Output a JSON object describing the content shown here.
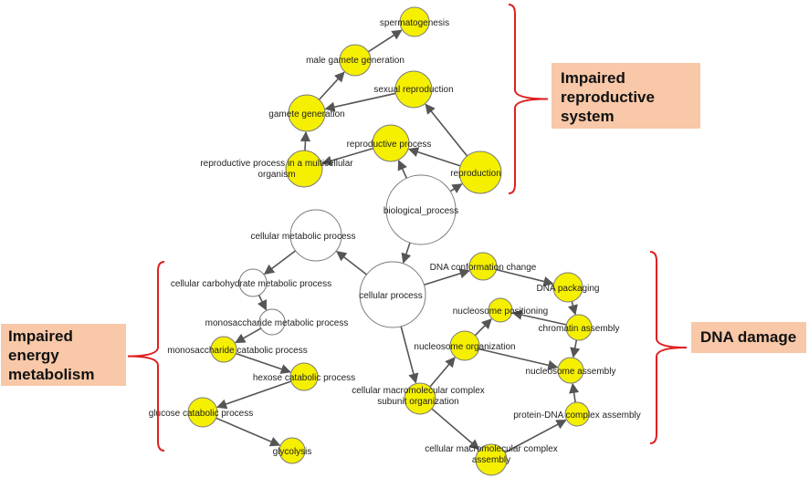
{
  "colors": {
    "go_term_fill": "#f5ef00",
    "parent_term_fill": "#ffffff",
    "node_stroke": "#7a7a7a",
    "edge": "#555555",
    "bracket": "#e02020",
    "callout_fill": "#f8c8a8"
  },
  "nodes": [
    {
      "id": "biological_process",
      "label": "biological_process",
      "type": "parent"
    },
    {
      "id": "cellular_process",
      "label": "cellular process",
      "type": "parent"
    },
    {
      "id": "cellular_metabolic_process",
      "label": "cellular metabolic process",
      "type": "parent"
    },
    {
      "id": "cellular_carbohydrate_metabolic_process",
      "label": "cellular carbohydrate metabolic process",
      "type": "parent"
    },
    {
      "id": "monosaccharide_metabolic_process",
      "label": "monosaccharide metabolic process",
      "type": "parent"
    },
    {
      "id": "monosaccharide_catabolic_process",
      "label": "monosaccharide catabolic process",
      "type": "enriched"
    },
    {
      "id": "hexose_catabolic_process",
      "label": "hexose catabolic process",
      "type": "enriched"
    },
    {
      "id": "glucose_catabolic_process",
      "label": "glucose catabolic process",
      "type": "enriched"
    },
    {
      "id": "glycolysis",
      "label": "glycolysis",
      "type": "enriched"
    },
    {
      "id": "reproduction",
      "label": "reproduction",
      "type": "enriched"
    },
    {
      "id": "reproductive_process",
      "label": "reproductive process",
      "type": "enriched"
    },
    {
      "id": "sexual_reproduction",
      "label": "sexual reproduction",
      "type": "enriched"
    },
    {
      "id": "reproductive_process_multicellular",
      "label": "reproductive process in a multicellular\norganism",
      "type": "enriched"
    },
    {
      "id": "gamete_generation",
      "label": "gamete generation",
      "type": "enriched"
    },
    {
      "id": "male_gamete_generation",
      "label": "male gamete generation",
      "type": "enriched"
    },
    {
      "id": "spermatogenesis",
      "label": "spermatogenesis",
      "type": "enriched"
    },
    {
      "id": "dna_conformation_change",
      "label": "DNA conformation change",
      "type": "enriched"
    },
    {
      "id": "dna_packaging",
      "label": "DNA packaging",
      "type": "enriched"
    },
    {
      "id": "chromatin_assembly",
      "label": "chromatin assembly",
      "type": "enriched"
    },
    {
      "id": "nucleosome_positioning",
      "label": "nucleosome positioning",
      "type": "enriched"
    },
    {
      "id": "nucleosome_organization",
      "label": "nucleosome organization",
      "type": "enriched"
    },
    {
      "id": "nucleosome_assembly",
      "label": "nucleosome assembly",
      "type": "enriched"
    },
    {
      "id": "protein_dna_complex_assembly",
      "label": "protein-DNA complex assembly",
      "type": "enriched"
    },
    {
      "id": "cellular_macromolecular_complex_subunit_organization",
      "label": "cellular macromolecular complex\nsubunit organization",
      "type": "enriched"
    },
    {
      "id": "cellular_macromolecular_complex_assembly",
      "label": "cellular macromolecular complex\nassembly",
      "type": "enriched"
    }
  ],
  "edges": [
    [
      "biological_process",
      "reproduction"
    ],
    [
      "biological_process",
      "reproductive_process"
    ],
    [
      "biological_process",
      "cellular_process"
    ],
    [
      "reproduction",
      "reproductive_process"
    ],
    [
      "reproduction",
      "sexual_reproduction"
    ],
    [
      "reproductive_process",
      "reproductive_process_multicellular"
    ],
    [
      "reproductive_process_multicellular",
      "gamete_generation"
    ],
    [
      "sexual_reproduction",
      "gamete_generation"
    ],
    [
      "gamete_generation",
      "male_gamete_generation"
    ],
    [
      "male_gamete_generation",
      "spermatogenesis"
    ],
    [
      "cellular_process",
      "cellular_metabolic_process"
    ],
    [
      "cellular_metabolic_process",
      "cellular_carbohydrate_metabolic_process"
    ],
    [
      "cellular_carbohydrate_metabolic_process",
      "monosaccharide_metabolic_process"
    ],
    [
      "monosaccharide_metabolic_process",
      "monosaccharide_catabolic_process"
    ],
    [
      "monosaccharide_catabolic_process",
      "hexose_catabolic_process"
    ],
    [
      "hexose_catabolic_process",
      "glucose_catabolic_process"
    ],
    [
      "glucose_catabolic_process",
      "glycolysis"
    ],
    [
      "cellular_process",
      "dna_conformation_change"
    ],
    [
      "cellular_process",
      "cellular_macromolecular_complex_subunit_organization"
    ],
    [
      "dna_conformation_change",
      "dna_packaging"
    ],
    [
      "dna_packaging",
      "chromatin_assembly"
    ],
    [
      "chromatin_assembly",
      "nucleosome_positioning"
    ],
    [
      "chromatin_assembly",
      "nucleosome_assembly"
    ],
    [
      "nucleosome_organization",
      "nucleosome_positioning"
    ],
    [
      "nucleosome_organization",
      "nucleosome_assembly"
    ],
    [
      "cellular_macromolecular_complex_subunit_organization",
      "nucleosome_organization"
    ],
    [
      "cellular_macromolecular_complex_subunit_organization",
      "cellular_macromolecular_complex_assembly"
    ],
    [
      "cellular_macromolecular_complex_assembly",
      "protein_dna_complex_assembly"
    ],
    [
      "protein_dna_complex_assembly",
      "nucleosome_assembly"
    ]
  ],
  "callouts": {
    "reproductive": "Impaired\nreproductive\nsystem",
    "energy": "Impaired\nenergy\nmetabolism",
    "dna": "DNA damage"
  }
}
